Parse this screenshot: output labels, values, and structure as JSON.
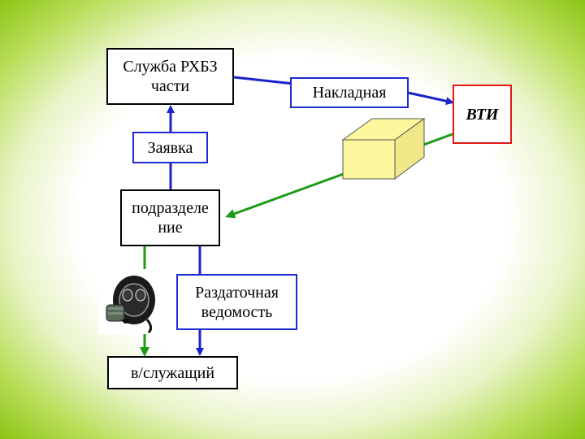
{
  "nodes": {
    "service": "Служба РХБЗ части",
    "request": "Заявка",
    "invoice": "Накладная",
    "vti": "ВТИ",
    "unit": "подразделение",
    "sheet": "Раздаточная ведомость",
    "serviceman": "в/служащий"
  },
  "colors": {
    "blue_arrow": "#1a22cc",
    "green_arrow": "#1e9a18",
    "box_fill": "#fdf79e"
  },
  "icons": {
    "gas_mask": "gas-mask-icon",
    "crate": "crate-icon"
  }
}
